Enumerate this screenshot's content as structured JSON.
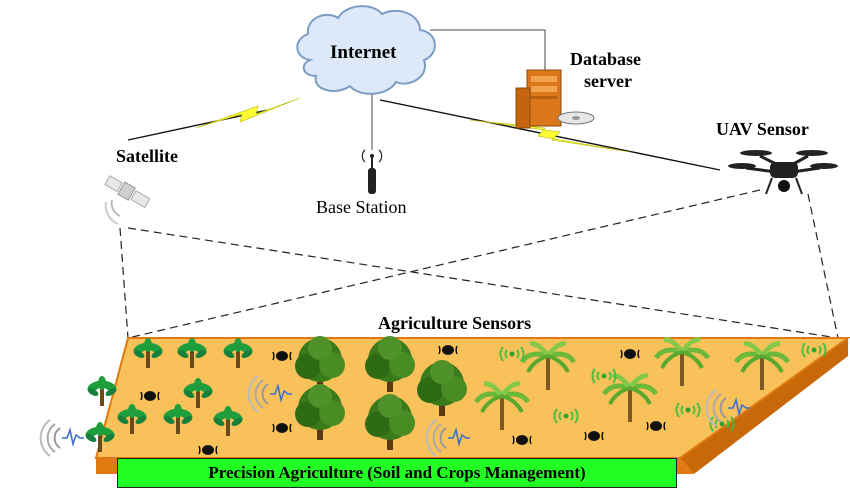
{
  "labels": {
    "internet": "Internet",
    "database_line1": "Database",
    "database_line2": "server",
    "uav": "UAV Sensor",
    "satellite": "Satellite",
    "base_station": "Base Station",
    "agriculture_sensors": "Agriculture Sensors",
    "precision_agriculture": "Precision Agriculture (Soil and Crops Management)"
  },
  "colors": {
    "field": "#f9c15a",
    "field_edge": "#e07a10",
    "precision_bar": "#22ff22",
    "lightning": "#ffff33",
    "palm": "#1e9e3c",
    "tree": "#3a7a1a",
    "signal": "#3fbf3f",
    "server": "#d9771a"
  },
  "icons": [
    "cloud-icon",
    "database-server-icon",
    "drone-icon",
    "satellite-icon",
    "antenna-icon",
    "palm-tree-icon",
    "tree-icon",
    "sensor-node-icon",
    "signal-wave-icon"
  ]
}
